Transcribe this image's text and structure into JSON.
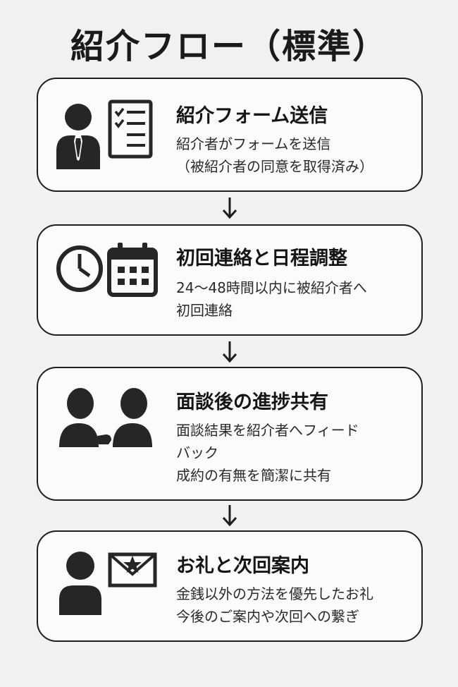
{
  "title": "紹介フロー（標準）",
  "steps": [
    {
      "title": "紹介フォーム送信",
      "lines": [
        "紹介者がフォームを送信",
        "（被紹介者の同意を取得済み）"
      ],
      "icon": "person-with-form-icon"
    },
    {
      "title": "初回連絡と日程調整",
      "lines": [
        "24〜48時間以内に被紹介者へ",
        "初回連絡"
      ],
      "icon": "clock-calendar-icon"
    },
    {
      "title": "面談後の進捗共有",
      "lines": [
        "面談結果を紹介者へフィード",
        "バック",
        "成約の有無を簡潔に共有"
      ],
      "icon": "two-people-meeting-icon"
    },
    {
      "title": "お礼と次回案内",
      "lines": [
        "金銭以外の方法を優先したお礼",
        "今後のご案内や次回への繋ぎ"
      ],
      "icon": "person-with-star-envelope-icon"
    }
  ],
  "colors": {
    "background": "#f2f1ef",
    "card": "#fbfbfa",
    "ink": "#1e1e1e"
  }
}
